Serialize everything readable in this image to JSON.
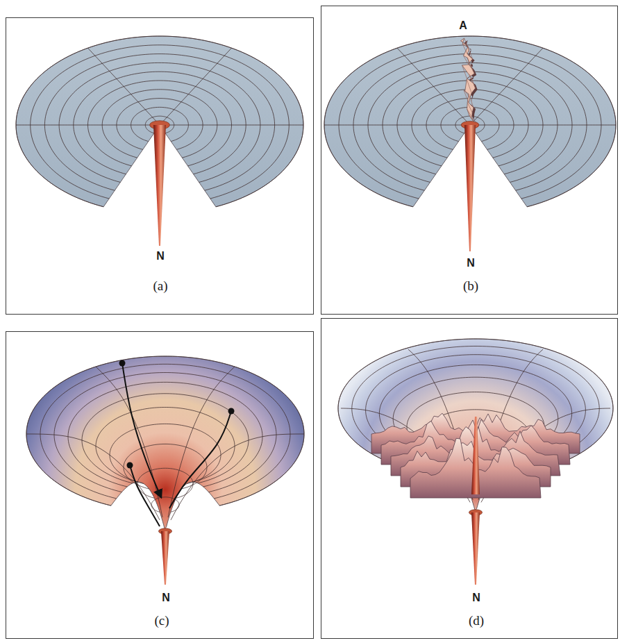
{
  "diagram": {
    "nodes": [
      {
        "text": [
          "N",
          "(a)"
        ]
      },
      {
        "text": [
          "A",
          "N",
          "(b)"
        ]
      },
      {
        "text": [
          "N",
          "(c)"
        ]
      },
      {
        "text": [
          "N",
          "(d)"
        ]
      }
    ]
  }
}
